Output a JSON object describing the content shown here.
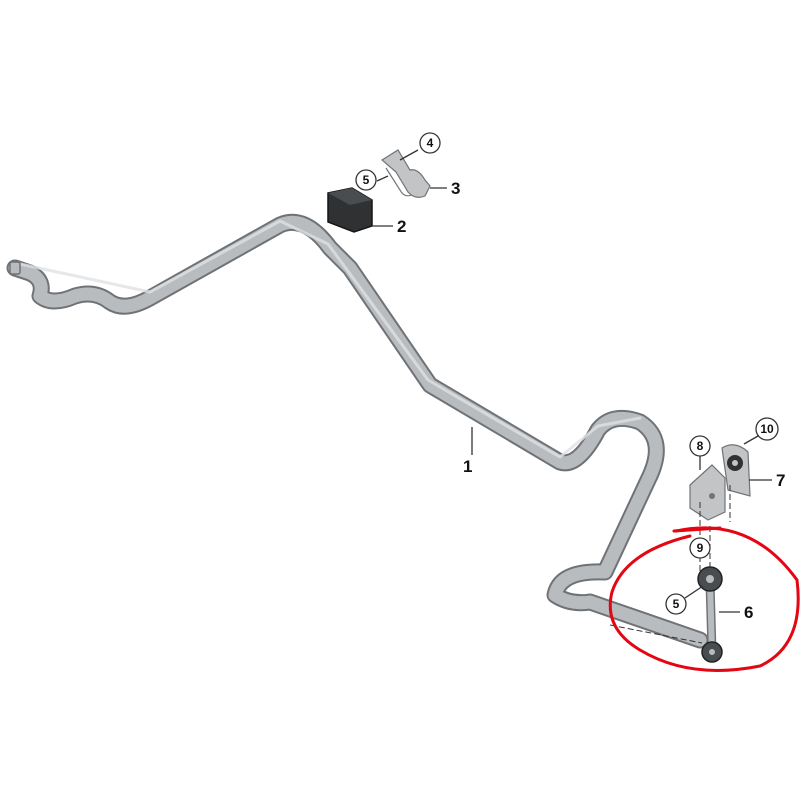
{
  "callouts": {
    "c1": "1",
    "c2": "2",
    "c3": "3",
    "c4": "4",
    "c5_top": "5",
    "c5_bottom": "5",
    "c6": "6",
    "c7": "7",
    "c8": "8",
    "c9": "9",
    "c10": "10"
  },
  "colors": {
    "bar": "#b9bcbf",
    "bar_edge": "#6f7377",
    "bushing": "#2f3133",
    "bracket": "#c2c4c6",
    "highlight": "#e30613"
  }
}
